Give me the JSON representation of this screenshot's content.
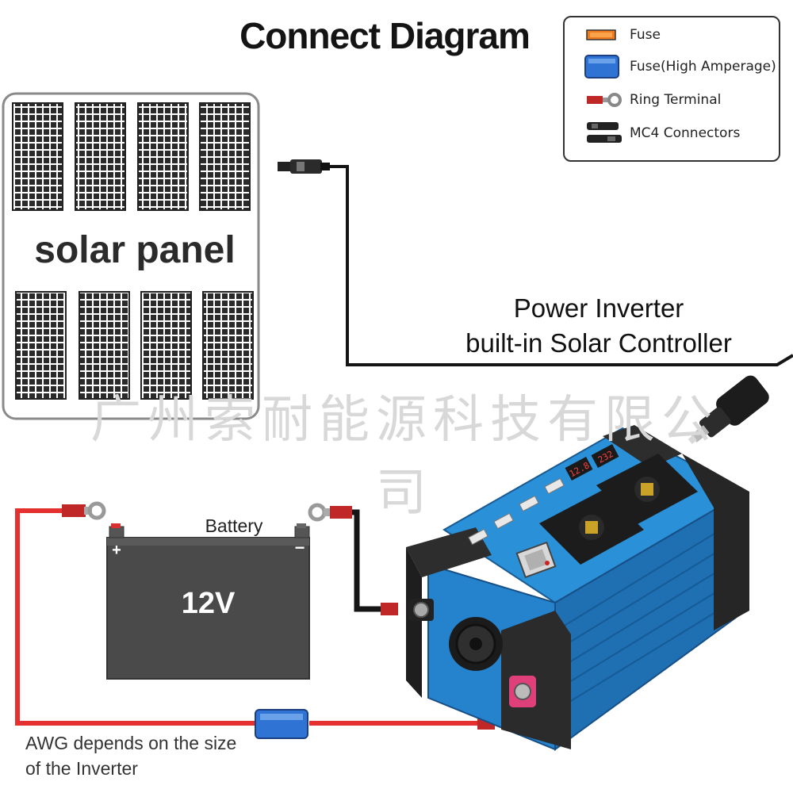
{
  "title": "Connect Diagram",
  "legend": {
    "items": [
      {
        "label": "Fuse",
        "icon": "fuse-icon"
      },
      {
        "label": "Fuse(High Amperage)",
        "icon": "high-amperage-fuse-icon"
      },
      {
        "label": "Ring Terminal",
        "icon": "ring-terminal-icon"
      },
      {
        "label": "MC4 Connectors",
        "icon": "mc4-connector-icon"
      }
    ]
  },
  "solar_panel": {
    "label": "solar panel"
  },
  "inverter": {
    "line1": "Power Inverter",
    "line2": "built-in Solar Controller"
  },
  "watermark": "广州索耐能源科技有限公司",
  "battery": {
    "label": "Battery",
    "voltage": "12V",
    "positive_symbol": "+",
    "negative_symbol": "−"
  },
  "display": {
    "left_reading": "12.8",
    "right_reading": "232"
  },
  "awg_note": {
    "line1": "AWG depends on the size",
    "line2": "of the Inverter"
  },
  "colors": {
    "wire_red": "#e53030",
    "wire_black": "#151515",
    "fuse_orange": "#f07a20",
    "fuse_blue": "#2f73d4",
    "inverter_blue": "#2a90d8",
    "battery_gray": "#4a4a4a",
    "terminal_pink": "#e0407a"
  }
}
